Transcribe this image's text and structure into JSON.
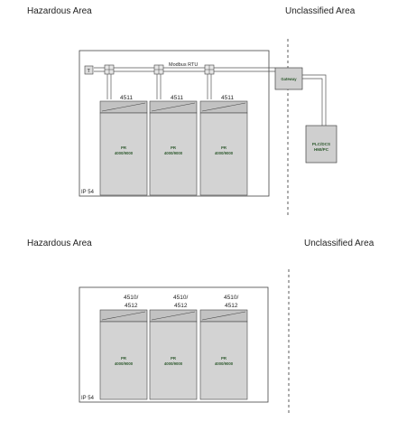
{
  "diagram1": {
    "hazardous_label": "Hazardous Area",
    "unclassified_label": "Unclassified Area",
    "bus_label": "Modbus RTU",
    "terminator_label": "T",
    "gateway_label": "Gateway",
    "plc_label_line1": "PLC/DCS",
    "plc_label_line2": "HMI/PC",
    "ip_label": "IP 54",
    "modules": [
      {
        "tag": "4511",
        "line1": "PR",
        "line2": "4000/9000"
      },
      {
        "tag": "4511",
        "line1": "PR",
        "line2": "4000/9000"
      },
      {
        "tag": "4511",
        "line1": "PR",
        "line2": "4000/9000"
      }
    ]
  },
  "diagram2": {
    "hazardous_label": "Hazardous Area",
    "unclassified_label": "Unclassified Area",
    "ip_label": "IP 54",
    "modules": [
      {
        "tag_line1": "4510/",
        "tag_line2": "4512",
        "line1": "PR",
        "line2": "4000/9000"
      },
      {
        "tag_line1": "4510/",
        "tag_line2": "4512",
        "line1": "PR",
        "line2": "4000/9000"
      },
      {
        "tag_line1": "4510/",
        "tag_line2": "4512",
        "line1": "PR",
        "line2": "4000/9000"
      }
    ]
  },
  "colors": {
    "module_fill": "#d3d3d3",
    "module_cap": "#c2c2c2",
    "gateway_fill": "#cfcfcf",
    "text_green": "#2f5a2f"
  }
}
